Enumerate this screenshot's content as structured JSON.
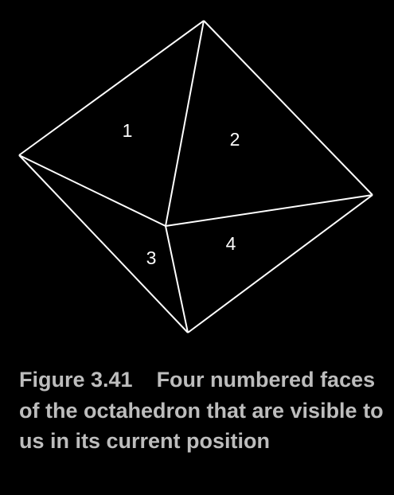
{
  "figure": {
    "label": "Figure 3.41",
    "caption": "Four numbered faces of the octahedron that are visible to us in its current position"
  },
  "faces": [
    "1",
    "2",
    "3",
    "4"
  ],
  "colors": {
    "background": "#000000",
    "lines": "#ffffff",
    "caption_text": "#bdbdbd"
  }
}
